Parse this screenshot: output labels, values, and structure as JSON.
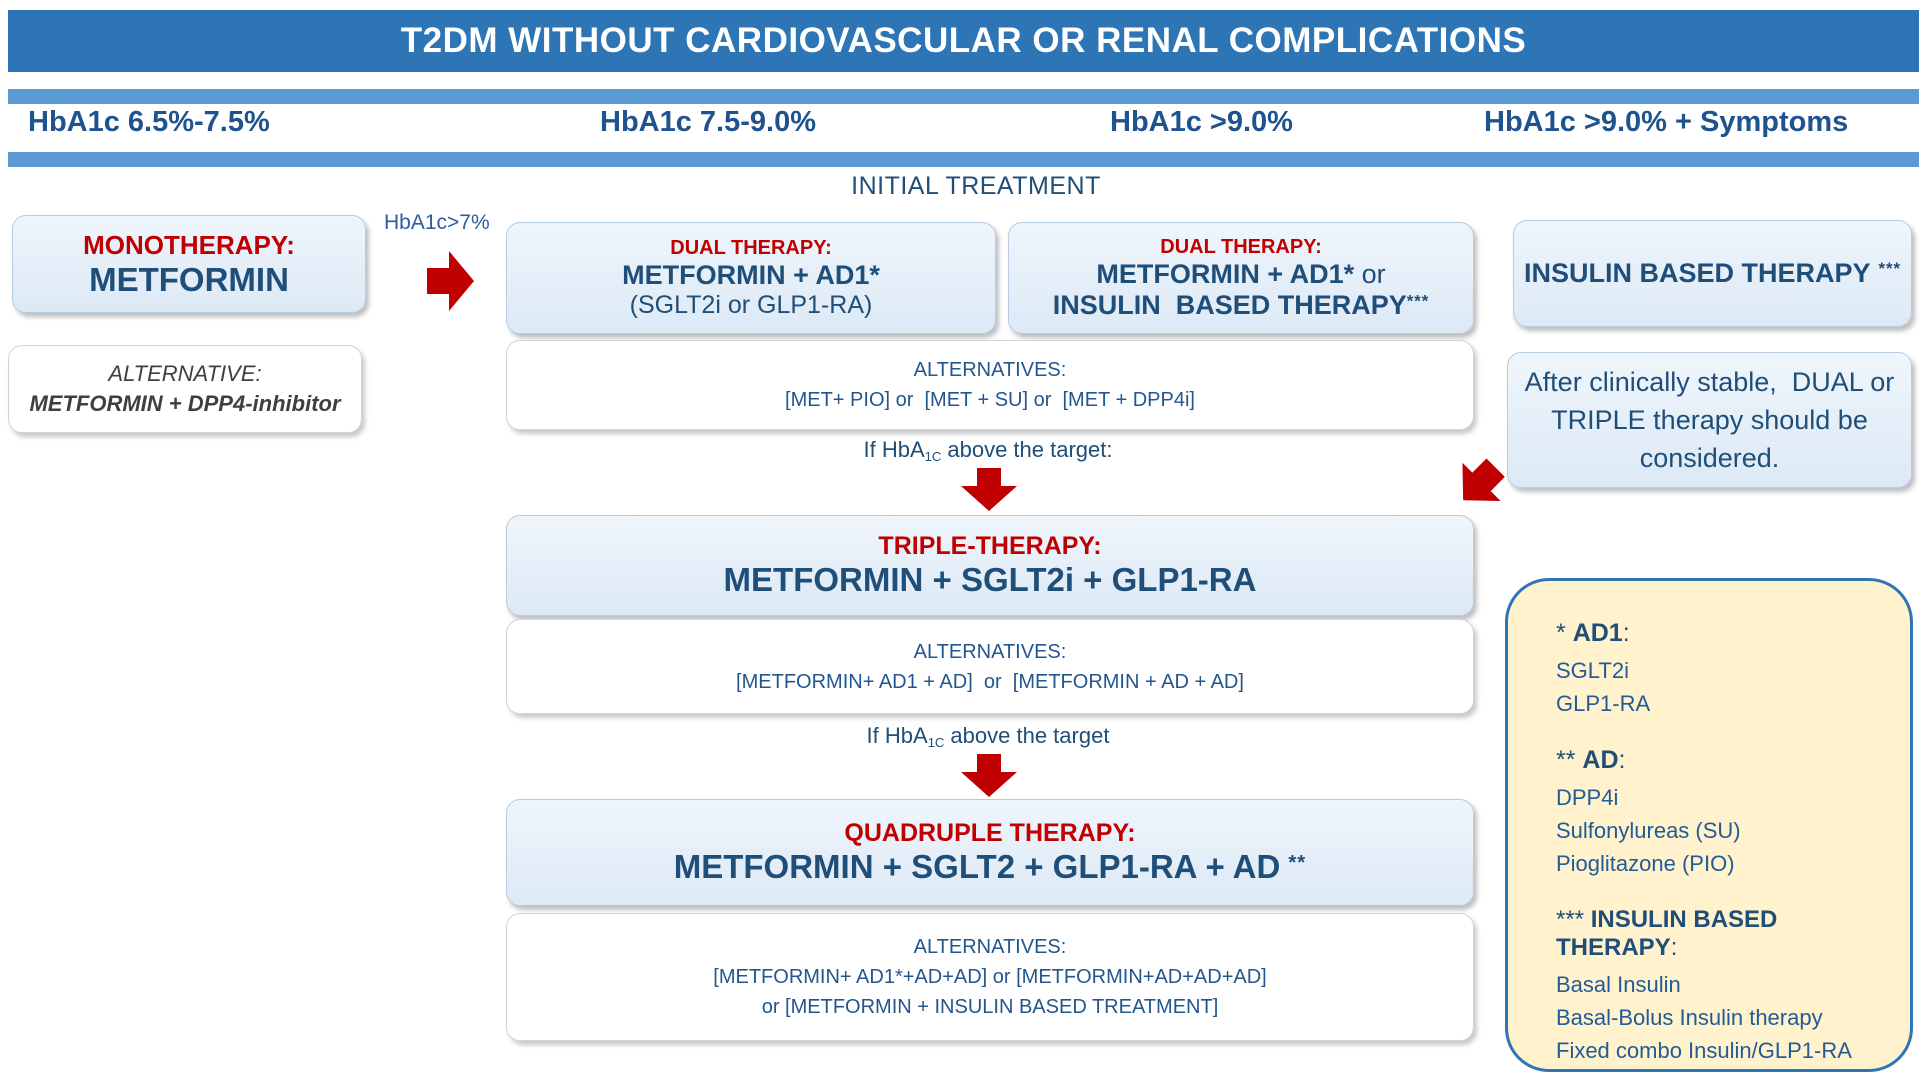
{
  "header": {
    "title": "T2DM WITHOUT CARDIOVASCULAR OR RENAL COMPLICATIONS"
  },
  "columns": [
    {
      "label": "HbA1c 6.5%-7.5%"
    },
    {
      "label": "HbA1c 7.5-9.0%"
    },
    {
      "label": "HbA1c >9.0%"
    },
    {
      "label": "HbA1c >9.0% + Symptoms"
    }
  ],
  "flow": {
    "section_label": "INITIAL TREATMENT",
    "monotherapy": {
      "heading": "MONOTHERAPY:",
      "body": "METFORMIN"
    },
    "arrow1_label": "HbA1c>7%",
    "dual_mid": {
      "heading": "DUAL THERAPY:",
      "line1": "METFORMIN + AD1*",
      "line2": "(SGLT2i or GLP1-RA)"
    },
    "dual_right": {
      "heading": "DUAL THERAPY:",
      "line1_main": "METFORMIN + AD1*",
      "line1_tail": " or",
      "line2_main": "INSULIN  BASED THERAPY",
      "line2_sup": "***"
    },
    "insulin_therapy": {
      "text": "INSULIN BASED THERAPY",
      "sup": "***"
    },
    "alt_mono": {
      "heading": "ALTERNATIVE:",
      "body": "METFORMIN + DPP4-inhibitor"
    },
    "alt_dual": {
      "heading": "ALTERNATIVES:",
      "body": "[MET+ PIO] or  [MET + SU] or  [MET + DPP4i]"
    },
    "if_target_1": {
      "pre": "If HbA",
      "sub": "1C",
      "post": " above the target:"
    },
    "stable_note": {
      "text": "After clinically stable,  DUAL or TRIPLE therapy should be considered."
    },
    "triple": {
      "heading": "TRIPLE-THERAPY:",
      "body": "METFORMIN + SGLT2i + GLP1-RA"
    },
    "alt_triple": {
      "heading": "ALTERNATIVES:",
      "body": "[METFORMIN+ AD1 + AD]  or  [METFORMIN + AD + AD]"
    },
    "if_target_2": {
      "pre": "If HbA",
      "sub": "1C",
      "post": " above the target"
    },
    "quadruple": {
      "heading": "QUADRUPLE THERAPY:",
      "body": "METFORMIN + SGLT2 + GLP1-RA + AD",
      "sup": "**"
    },
    "alt_quad": {
      "heading": "ALTERNATIVES:",
      "line1": "[METFORMIN+ AD1*+AD+AD] or [METFORMIN+AD+AD+AD]",
      "line2": "or [METFORMIN + INSULIN BASED TREATMENT]"
    }
  },
  "legend": {
    "groups": [
      {
        "prefix": "* ",
        "name": "AD1",
        "colon": ":",
        "items": [
          "SGLT2i",
          "GLP1-RA"
        ]
      },
      {
        "prefix": "** ",
        "name": "AD",
        "colon": ":",
        "items": [
          "DPP4i",
          "Sulfonylureas (SU)",
          "Pioglitazone (PIO)"
        ]
      },
      {
        "prefix": "*** ",
        "name": "INSULIN BASED THERAPY",
        "colon": ":",
        "items": [
          "Basal Insulin",
          "Basal-Bolus Insulin therapy",
          "Fixed combo Insulin/GLP1-RA"
        ]
      }
    ]
  },
  "colors": {
    "title_bar": "#2E75B6",
    "stripe": "#5B9BD5",
    "header_blue": "#1F5390",
    "dark_blue": "#1F4E79",
    "red": "#C00000",
    "box_fill_blue": "#E3EDF8",
    "white_box": "#FFFFFF",
    "legend_fill": "#FFF2CC",
    "legend_border": "#2E75B6",
    "alt_text_gray": "#3F3F3F"
  }
}
